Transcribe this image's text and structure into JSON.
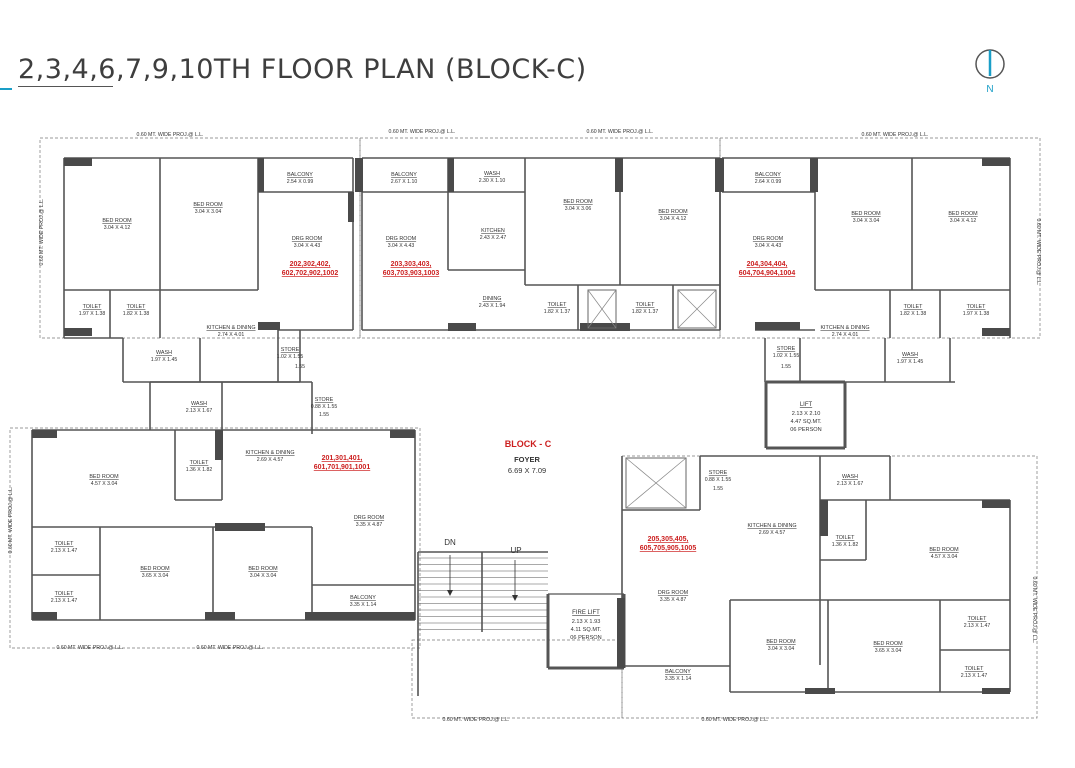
{
  "page": {
    "title": "2,3,4,6,7,9,10TH FLOOR PLAN (BLOCK-C)",
    "compass_label": "N"
  },
  "colors": {
    "accent": "#1a9ec7",
    "wall": "#555555",
    "column": "#4a4a4a",
    "unit_number": "#cc1f1f",
    "label": "#333333"
  },
  "center": {
    "block_title": "BLOCK - C",
    "foyer_label": "FOYER",
    "foyer_size": "6.69 X 7.09",
    "stair_down": "DN",
    "stair_up": "UP",
    "lift": [
      "LIFT",
      "2.13 X 2.10",
      "4.47 SQ.MT.",
      "06 PERSON"
    ],
    "fire_lift": [
      "FIRE LIFT",
      "2.13 X 1.93",
      "4.11 SQ.MT.",
      "06 PERSON"
    ]
  },
  "rooms": [
    {
      "name": "BED ROOM",
      "size": "3.04 X 4.12"
    },
    {
      "name": "BED ROOM",
      "size": "3.04 X 3.04"
    },
    {
      "name": "BALCONY",
      "size": "2.54 X 0.99"
    },
    {
      "name": "DRG ROOM",
      "size": "3.04 X 4.43"
    },
    {
      "name": "BALCONY",
      "size": "2.67 X 1.10"
    },
    {
      "name": "DRG ROOM",
      "size": "3.04 X 4.43"
    },
    {
      "name": "WASH",
      "size": "2.30 X 1.10"
    },
    {
      "name": "KITCHEN",
      "size": "2.43 X 2.47"
    },
    {
      "name": "DINING",
      "size": "2.43 X 1.94"
    },
    {
      "name": "BED ROOM",
      "size": "3.04 X 3.06"
    },
    {
      "name": "BED ROOM",
      "size": "3.04 X 4.12"
    },
    {
      "name": "TOILET",
      "size": "1.82 X 1.37"
    },
    {
      "name": "TOILET",
      "size": "1.82 X 1.37"
    },
    {
      "name": "BALCONY",
      "size": "2.64 X 0.99"
    },
    {
      "name": "DRG ROOM",
      "size": "3.04 X 4.43"
    },
    {
      "name": "BED ROOM",
      "size": "3.04 X 3.04"
    },
    {
      "name": "BED ROOM",
      "size": "3.04 X 4.12"
    },
    {
      "name": "TOILET",
      "size": "1.97 X 1.38"
    },
    {
      "name": "TOILET",
      "size": "1.82 X 1.38"
    },
    {
      "name": "KITCHEN & DINING",
      "size": "2.74 X 4.01"
    },
    {
      "name": "WASH",
      "size": "1.97 X 1.45"
    },
    {
      "name": "STORE",
      "size": "1.02 X 1.55"
    },
    {
      "name": "TOILET",
      "size": "1.82 X 1.38"
    },
    {
      "name": "TOILET",
      "size": "1.97 X 1.38"
    },
    {
      "name": "KITCHEN & DINING",
      "size": "2.74 X 4.01"
    },
    {
      "name": "STORE",
      "size": "1.02 X 1.55"
    },
    {
      "name": "WASH",
      "size": "1.97 X 1.45"
    },
    {
      "name": "WASH",
      "size": "2.13 X 1.67"
    },
    {
      "name": "STORE",
      "size": "0.88 X 1.55"
    },
    {
      "name": "TOILET",
      "size": "1.36 X 1.82"
    },
    {
      "name": "KITCHEN & DINING",
      "size": "2.69 X 4.57"
    },
    {
      "name": "BED ROOM",
      "size": "4.57 X 3.04"
    },
    {
      "name": "DRG ROOM",
      "size": "3.35 X 4.87"
    },
    {
      "name": "TOILET",
      "size": "2.13 X 1.47"
    },
    {
      "name": "TOILET",
      "size": "2.13 X 1.47"
    },
    {
      "name": "BED ROOM",
      "size": "3.65 X 3.04"
    },
    {
      "name": "BED ROOM",
      "size": "3.04 X 3.04"
    },
    {
      "name": "BALCONY",
      "size": "3.35 X 1.14"
    },
    {
      "name": "STORE",
      "size": "0.88 X 1.55"
    },
    {
      "name": "WASH",
      "size": "2.13 X 1.67"
    },
    {
      "name": "KITCHEN & DINING",
      "size": "2.69 X 4.57"
    },
    {
      "name": "TOILET",
      "size": "1.36 X 1.82"
    },
    {
      "name": "BED ROOM",
      "size": "4.57 X 3.04"
    },
    {
      "name": "DRG ROOM",
      "size": "3.35 X 4.87"
    },
    {
      "name": "TOILET",
      "size": "2.13 X 1.47"
    },
    {
      "name": "BED ROOM",
      "size": "3.04 X 3.04"
    },
    {
      "name": "BED ROOM",
      "size": "3.65 X 3.04"
    },
    {
      "name": "TOILET",
      "size": "2.13 X 1.47"
    },
    {
      "name": "BALCONY",
      "size": "3.35 X 1.14"
    }
  ],
  "unit_numbers": [
    [
      "202,302,402,",
      "602,702,902,1002"
    ],
    [
      "203,303,403,",
      "603,703,903,1003"
    ],
    [
      "204,304,404,",
      "604,704,904,1004"
    ],
    [
      "201,301,401,",
      "601,701,901,1001"
    ],
    [
      "205,305,405,",
      "605,705,905,1005"
    ]
  ],
  "projection_labels": [
    "0.60 MT. WIDE PROJ.@ L.L.",
    "0.60 MT. WIDE PROJ.@ L.L.",
    "0.60 MT. WIDE PROJ.@ L.L.",
    "0.60 MT. WIDE PROJ.@ L.L.",
    "0.60 MT. WIDE PROJ.@ L.L.",
    "0.60 MT. WIDE PROJ.@ L.L.",
    "0.60 MT. WIDE PROJ.@ L.L.",
    "0.60 MT. WIDE PROJ.@ L.L.",
    "0.60 MT. WIDE PROJ.@ L.L.",
    "0.60 MT. WIDE PROJ.@ L.L.",
    "0.60 MT. WIDE PROJ.@ L.L.",
    "0.60 MT. WIDE PROJ.@ L.L."
  ]
}
